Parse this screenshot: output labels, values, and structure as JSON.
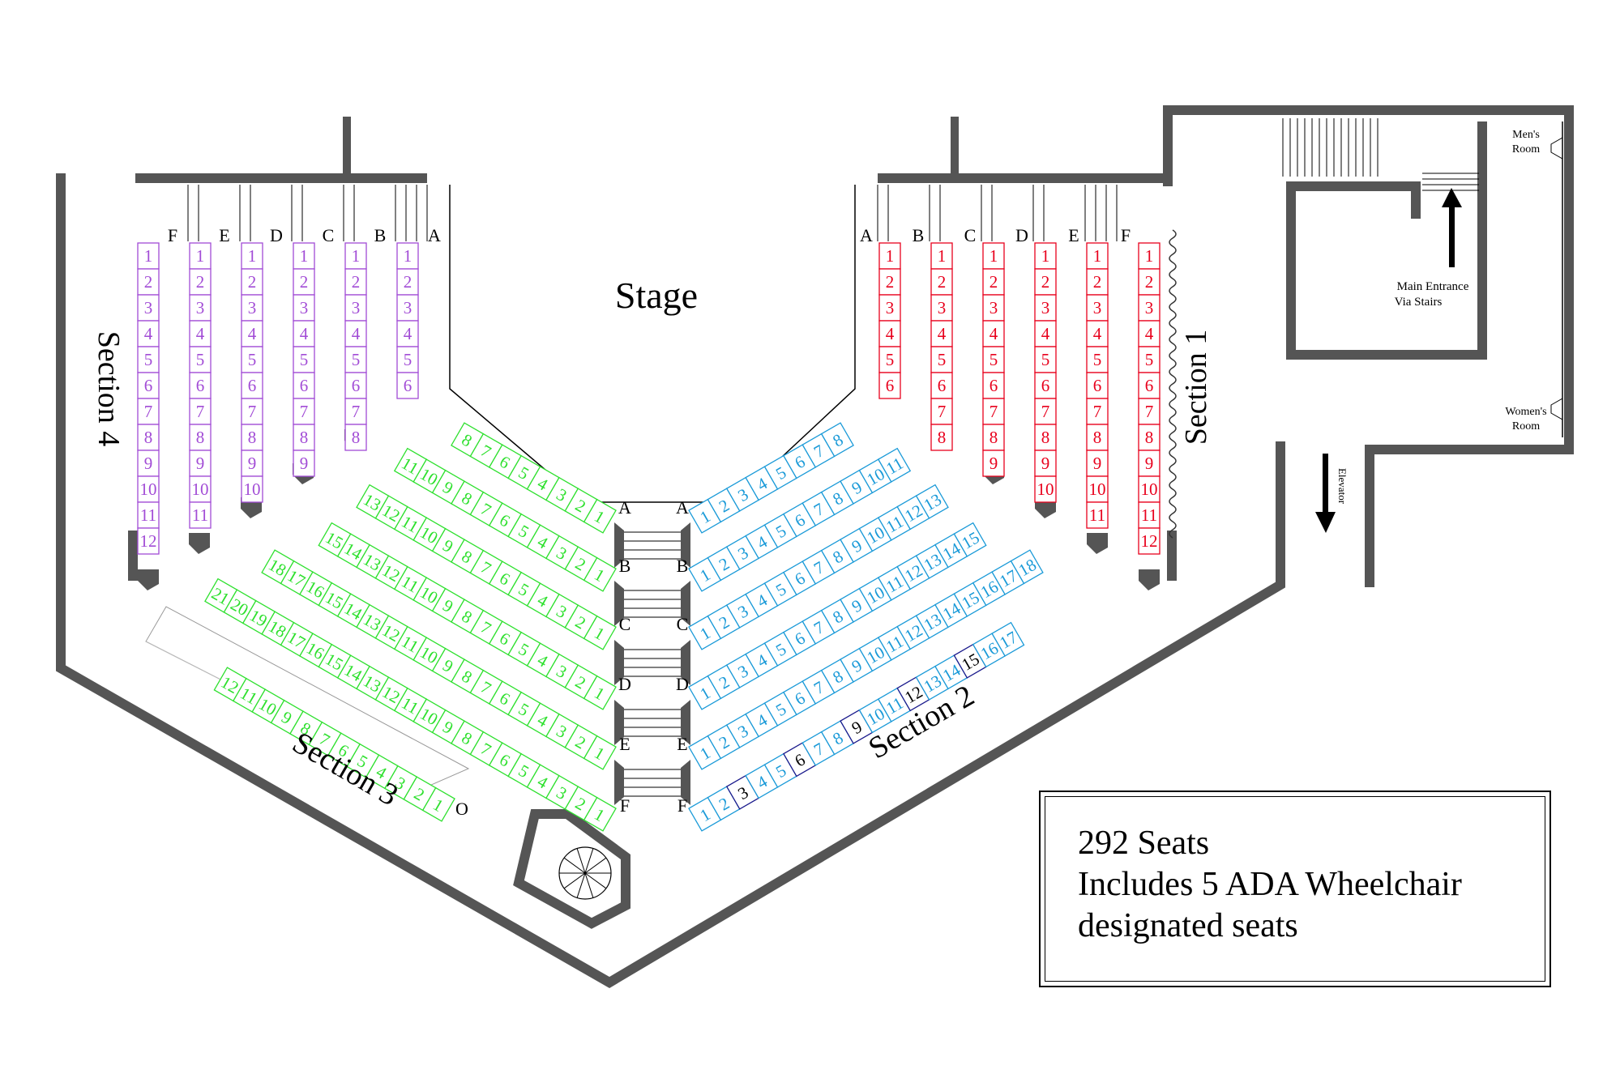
{
  "stage_label": "Stage",
  "section_labels": {
    "section1": "Section 1",
    "section2": "Section 2",
    "section3": "Section 3",
    "section4": "Section 4"
  },
  "facilities": {
    "mens_room": [
      "Men's",
      "Room"
    ],
    "womens_room": [
      "Women's",
      "Room"
    ],
    "main_entrance": [
      "Main Entrance",
      "Via Stairs"
    ],
    "elevator": "Elevator"
  },
  "extra_marker": "O",
  "info": {
    "seats": "292 Seats",
    "line2": "Includes 5 ADA Wheelchair",
    "line3": "designated seats"
  },
  "colors": {
    "section1": "#e8001c",
    "section2": "#1a9ad8",
    "section3": "#2ee02e",
    "section4": "#a24cd6",
    "ada": "#1a1a8c",
    "wall": "#555555"
  },
  "sections": {
    "section4": {
      "rows": [
        {
          "letter": "F",
          "seats": 12
        },
        {
          "letter": "E",
          "seats": 11
        },
        {
          "letter": "D",
          "seats": 10
        },
        {
          "letter": "C",
          "seats": 9
        },
        {
          "letter": "B",
          "seats": 8
        },
        {
          "letter": "A",
          "seats": 6
        }
      ]
    },
    "section1": {
      "rows": [
        {
          "letter": "A",
          "seats": 6
        },
        {
          "letter": "B",
          "seats": 8
        },
        {
          "letter": "C",
          "seats": 9
        },
        {
          "letter": "D",
          "seats": 10
        },
        {
          "letter": "E",
          "seats": 11
        },
        {
          "letter": "F",
          "seats": 12
        }
      ]
    },
    "section3": {
      "rows": [
        {
          "letter": "A",
          "seats": 8
        },
        {
          "letter": "B",
          "seats": 11
        },
        {
          "letter": "C",
          "seats": 13
        },
        {
          "letter": "D",
          "seats": 15
        },
        {
          "letter": "E",
          "seats": 18
        },
        {
          "letter": "F",
          "seats": 21
        },
        {
          "letter": "O",
          "seats": 12
        }
      ]
    },
    "section2": {
      "rows": [
        {
          "letter": "A",
          "seats": 8,
          "ada": []
        },
        {
          "letter": "B",
          "seats": 11,
          "ada": []
        },
        {
          "letter": "C",
          "seats": 13,
          "ada": []
        },
        {
          "letter": "D",
          "seats": 15,
          "ada": []
        },
        {
          "letter": "E",
          "seats": 18,
          "ada": []
        },
        {
          "letter": "F",
          "seats": 17,
          "ada": [
            3,
            6,
            9,
            12,
            15
          ]
        }
      ]
    }
  }
}
